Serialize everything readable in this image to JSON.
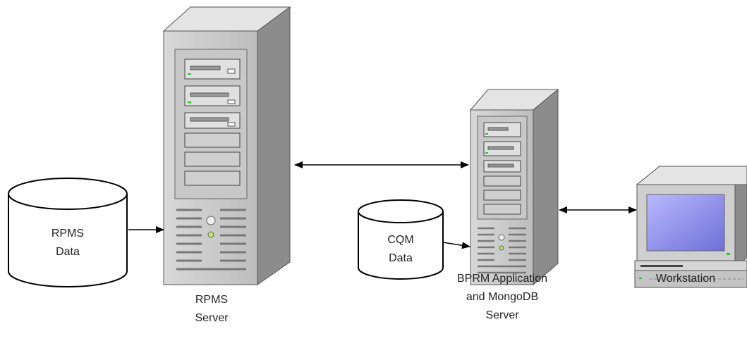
{
  "diagram": {
    "rpms_data": {
      "line1": "RPMS",
      "line2": "Data"
    },
    "rpms_server": {
      "line1": "RPMS",
      "line2": "Server"
    },
    "cqm_data": {
      "line1": "CQM",
      "line2": "Data"
    },
    "bprm_server": {
      "line1": "BPRM Application",
      "line2": "and MongoDB",
      "line3": "Server"
    },
    "workstation": {
      "label": "Workstation"
    },
    "colors": {
      "server_face": "#c4c4c4",
      "server_side": "#8a8a8a",
      "server_top": "#e2e2e2",
      "screen": "#8e8ee6",
      "led": "#22cc22",
      "arrow": "#000000"
    }
  }
}
